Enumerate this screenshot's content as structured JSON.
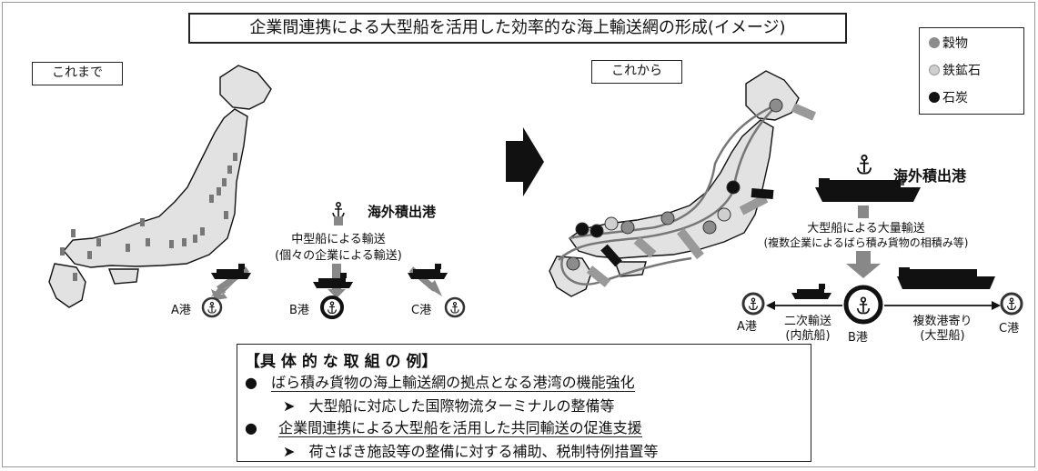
{
  "title": "企業間連携による大型船を活用した効率的な海上輸送網の形成(イメージ)",
  "before": {
    "label": "これまで",
    "overseas_port": "海外積出港",
    "transport_line1": "中型船による輸送",
    "transport_line2": "(個々の企業による輸送)",
    "ports": [
      "A港",
      "B港",
      "C港"
    ]
  },
  "after": {
    "label": "これから",
    "overseas_port": "海外積出港",
    "transport_line1": "大型船による大量輸送",
    "transport_line2": "(複数企業によるばら積み貨物の相積み等)",
    "port_a": "A港",
    "port_b": "B港",
    "port_c": "C港",
    "secondary_line1": "二次輸送",
    "secondary_line2": "(内航船)",
    "multi_line1": "複数港寄り",
    "multi_line2": "(大型船)"
  },
  "legend": [
    {
      "label": "穀物",
      "color": "#8c8c8c"
    },
    {
      "label": "鉄鉱石",
      "color": "#cfcfcf"
    },
    {
      "label": "石炭",
      "color": "#111111"
    }
  ],
  "examples": {
    "heading": "【具 体 的 な 取 組 の 例】",
    "items": [
      {
        "bullet": "●",
        "text": "ばら積み貨物の海上輸送網の拠点となる港湾の機能強化",
        "sub_bullet": "➤",
        "sub": "大型船に対応した国際物流ターミナルの整備等"
      },
      {
        "bullet": "●",
        "text": "企業間連携による大型船を活用した共同輸送の促進支援",
        "sub_bullet": "➤",
        "sub": "荷さばき施設等の整備に対する補助、税制特例措置等"
      }
    ]
  }
}
